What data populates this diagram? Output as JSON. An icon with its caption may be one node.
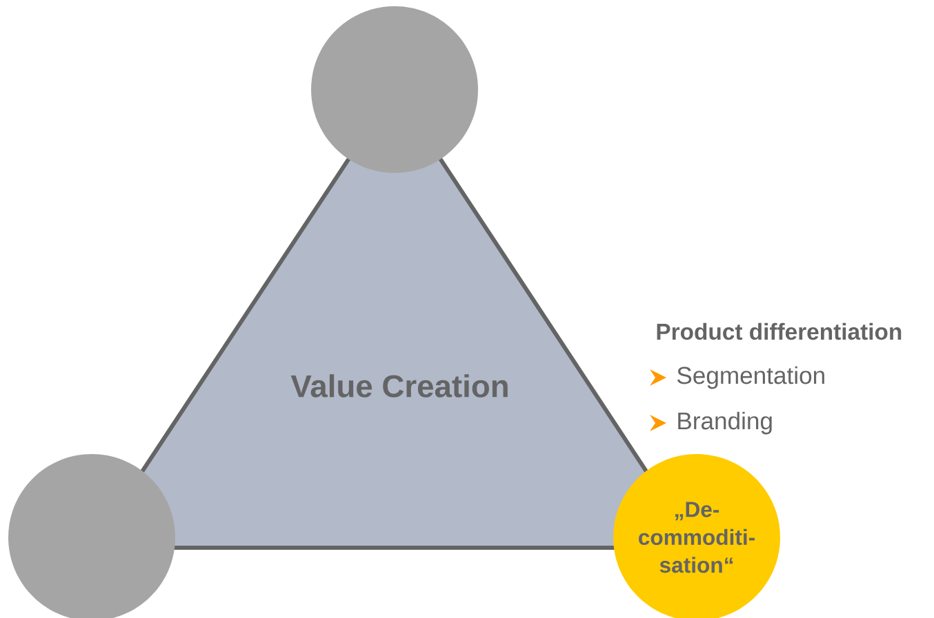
{
  "diagram": {
    "nodes": [
      {
        "text": [],
        "shape": "circle"
      },
      {
        "text": [
          "Value Creation"
        ]
      },
      {
        "text": [],
        "shape": "circle"
      },
      {
        "text": [
          "„De-commoditi-sation“"
        ]
      }
    ],
    "labels": [
      "Product differentiation",
      "Segmentation",
      "Branding"
    ]
  }
}
